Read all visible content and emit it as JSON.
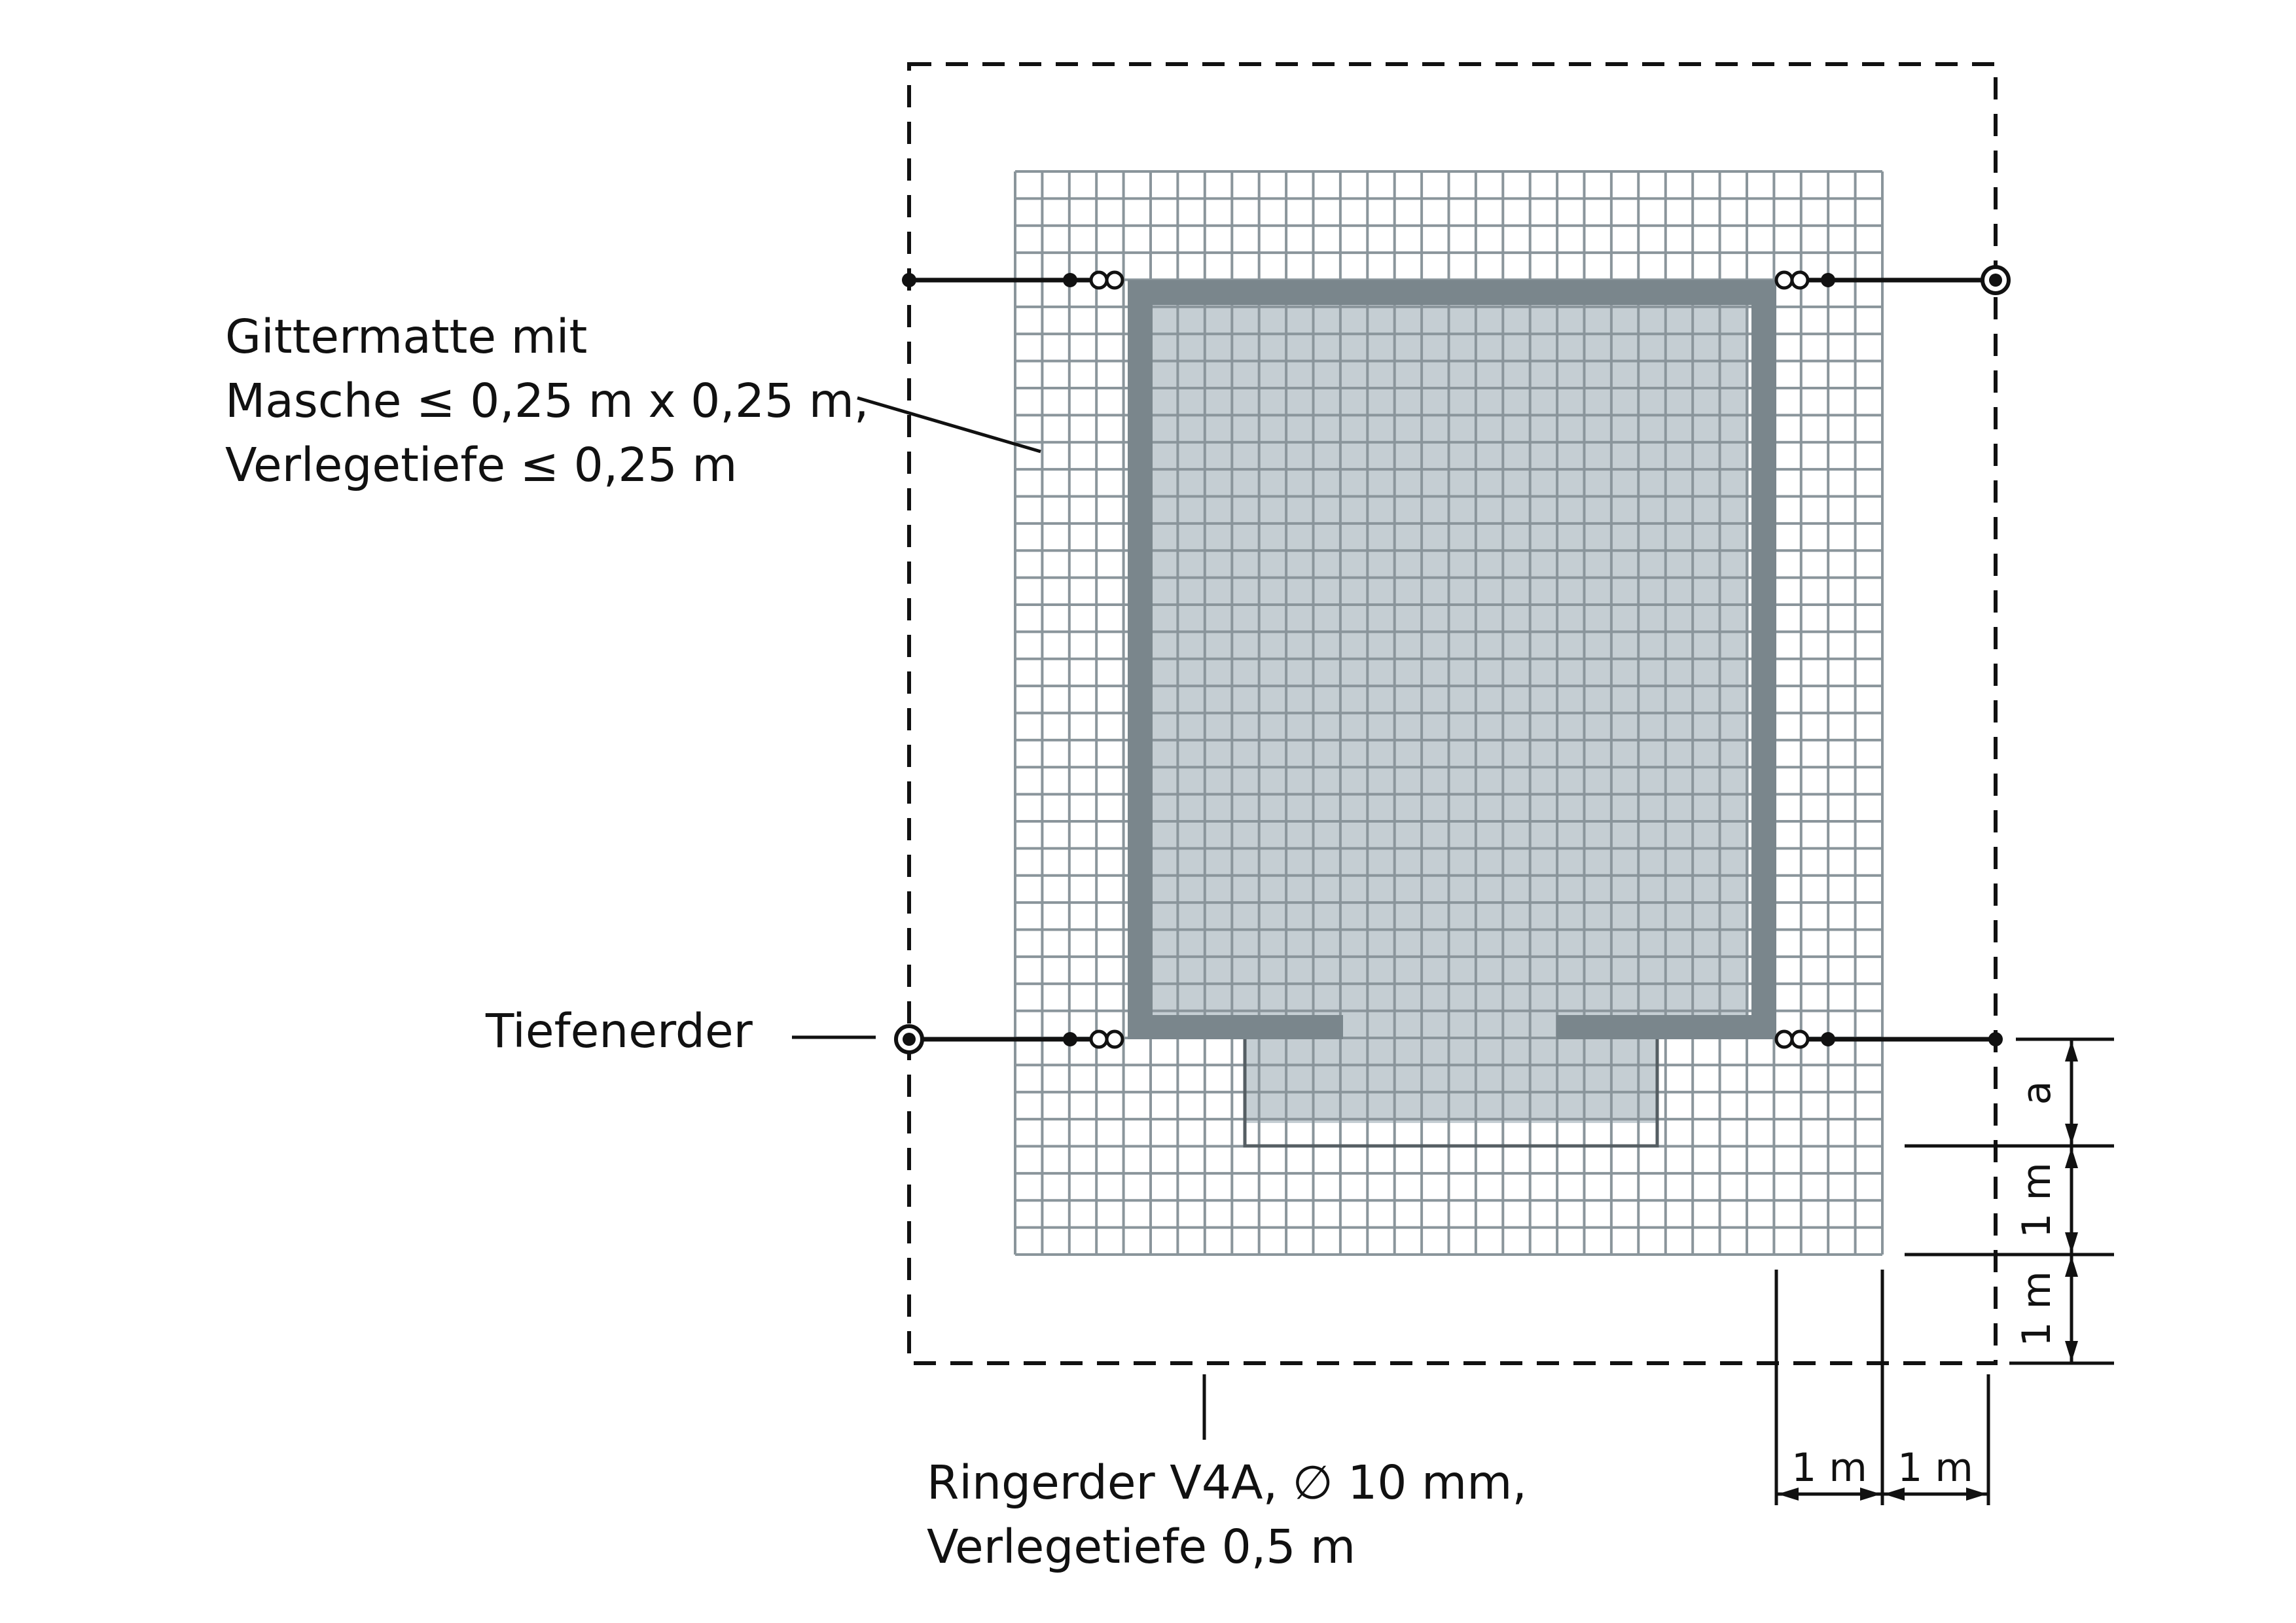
{
  "labels": {
    "mesh_line1": "Gittermatte mit",
    "mesh_line2": "Masche ≤ 0,25 m x 0,25 m,",
    "mesh_line3": "Verlegetiefe ≤ 0,25 m",
    "deep_earth": "Tiefenerder",
    "ring_line1": "Ringerder V4A, ∅ 10 mm,",
    "ring_line2": "Verlegetiefe 0,5 m"
  },
  "dimensions": {
    "a": "a",
    "right_1m_upper": "1 m",
    "right_1m_lower": "1 m",
    "bottom_1m_left": "1 m",
    "bottom_1m_right": "1 m"
  },
  "colors": {
    "mesh": "#8a959b",
    "building_wall": "#7a868c",
    "floor_fill": "#c5ced3",
    "line": "#111111"
  }
}
